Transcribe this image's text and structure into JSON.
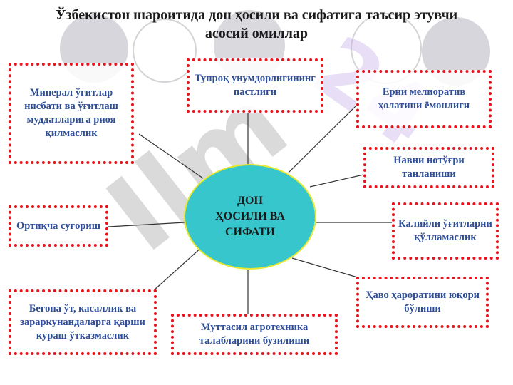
{
  "title": "Ўзбекистон шароитида дон ҳосили ва сифатига таъсир этувчи асосий омиллар",
  "center": "ДОН ҲОСИЛИ ВА СИФАТИ",
  "factors": {
    "mineral": "Минерал ўғитлар нисбати ва ўғитлаш муддатларига риоя қилмаслик",
    "soil": "Тупроқ унумдорлигининг пастлиги",
    "land": "Ерни мелиоратив ҳолатини ёмонлиги",
    "variety": "Навни нотўғри танланиши",
    "irrigation": "Ортиқча суғориш",
    "potassium": "Калийли ўғитларни қўлламаслик",
    "weeds": "Бегона ўт, касаллик ва зараркунандаларга қарши кураш ўтказмаслик",
    "agrotech": "Муттасил агротехника талабларини бузилиши",
    "temperature": "Ҳаво ҳароратини юқори бўлиши"
  },
  "colors": {
    "border": "#e8141b",
    "text": "#2f4e98",
    "center_fill": "#36c6cc",
    "center_outline": "#e6e832"
  }
}
